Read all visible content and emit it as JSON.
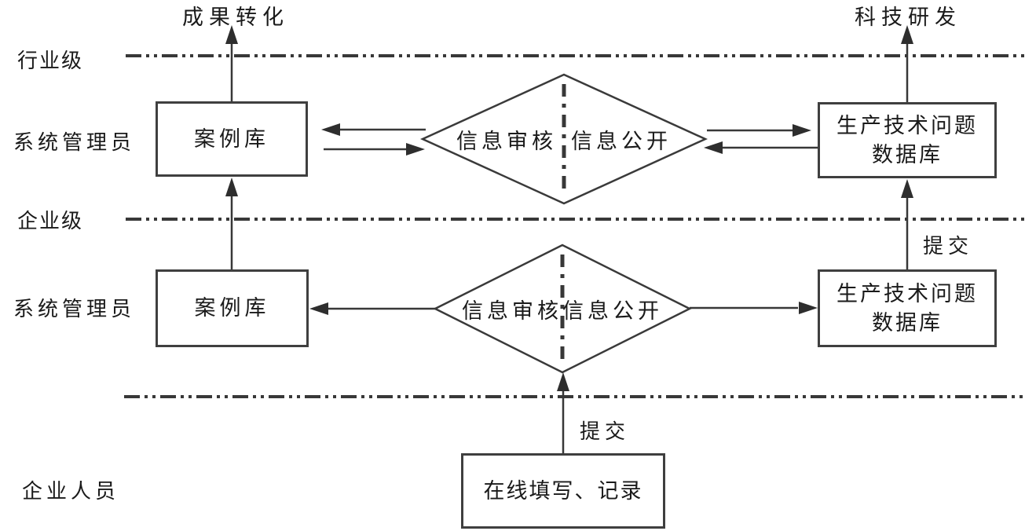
{
  "diagram": {
    "lanes": {
      "industry_level": "行业级",
      "system_admin_top": "系统管理员",
      "enterprise_level": "企业级",
      "system_admin_mid": "系统管理员",
      "enterprise_staff": "企业人员"
    },
    "outputs": {
      "achievement_transform": "成果转化",
      "tech_rnd": "科技研发"
    },
    "boxes": {
      "case_library_top": "案例库",
      "case_library_mid": "案例库",
      "tech_problem_db_line1": "生产技术问题",
      "tech_problem_db_line2": "数据库",
      "online_record": "在线填写、记录"
    },
    "diamonds": {
      "upper_left_text": "信息审核",
      "upper_right_text": "信息公开",
      "lower_text": "信息审核信息公开"
    },
    "edge_labels": {
      "submit_top": "提交",
      "submit_bottom": "提交"
    },
    "colors": {
      "background": "#ffffff",
      "line": "#383838",
      "text": "#1a1a1a",
      "border": "#3f3f3f"
    }
  }
}
